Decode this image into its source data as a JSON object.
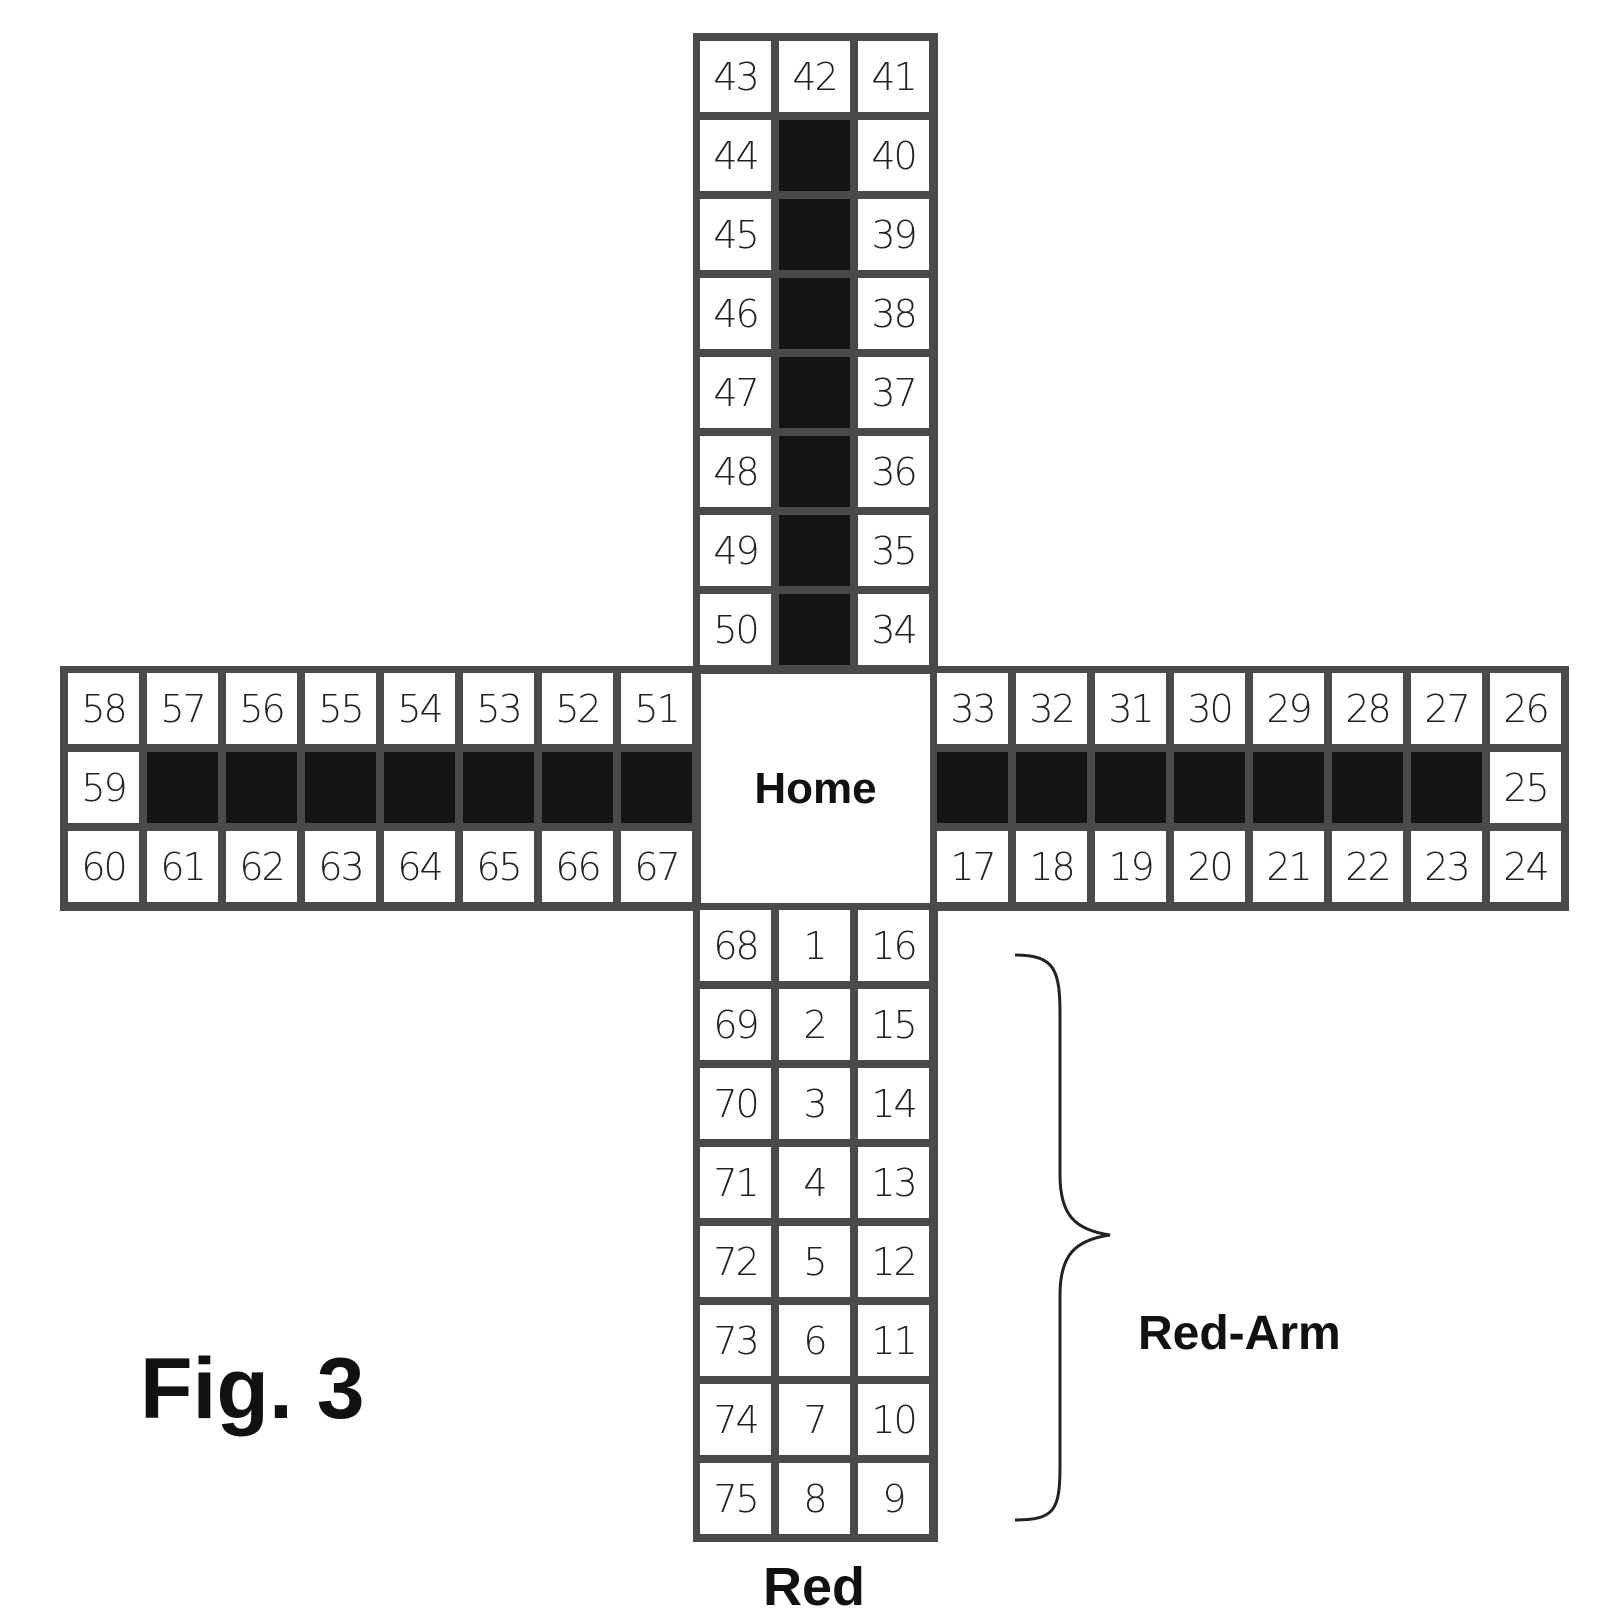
{
  "home_label": "Home",
  "figure_label": "Fig. 3",
  "arm_label": "Red-Arm",
  "start_label": "Red",
  "top_arm": {
    "left_col": [
      "43",
      "44",
      "45",
      "46",
      "47",
      "48",
      "49",
      "50"
    ],
    "mid_col": [
      "42",
      "#",
      "#",
      "#",
      "#",
      "#",
      "#",
      "#"
    ],
    "right_col": [
      "41",
      "40",
      "39",
      "38",
      "37",
      "36",
      "35",
      "34"
    ]
  },
  "left_arm": {
    "top_row": [
      "58",
      "57",
      "56",
      "55",
      "54",
      "53",
      "52",
      "51"
    ],
    "mid_row": [
      "59",
      "#",
      "#",
      "#",
      "#",
      "#",
      "#",
      "#"
    ],
    "bottom_row": [
      "60",
      "61",
      "62",
      "63",
      "64",
      "65",
      "66",
      "67"
    ]
  },
  "right_arm": {
    "top_row": [
      "33",
      "32",
      "31",
      "30",
      "29",
      "28",
      "27",
      "26"
    ],
    "mid_row": [
      "#",
      "#",
      "#",
      "#",
      "#",
      "#",
      "#",
      "25"
    ],
    "bottom_row": [
      "17",
      "18",
      "19",
      "20",
      "21",
      "22",
      "23",
      "24"
    ]
  },
  "bottom_arm": {
    "left_col": [
      "68",
      "69",
      "70",
      "71",
      "72",
      "73",
      "74",
      "75"
    ],
    "mid_col": [
      "1",
      "2",
      "3",
      "4",
      "5",
      "6",
      "7",
      "8"
    ],
    "right_col": [
      "16",
      "15",
      "14",
      "13",
      "12",
      "11",
      "10",
      "9"
    ]
  }
}
